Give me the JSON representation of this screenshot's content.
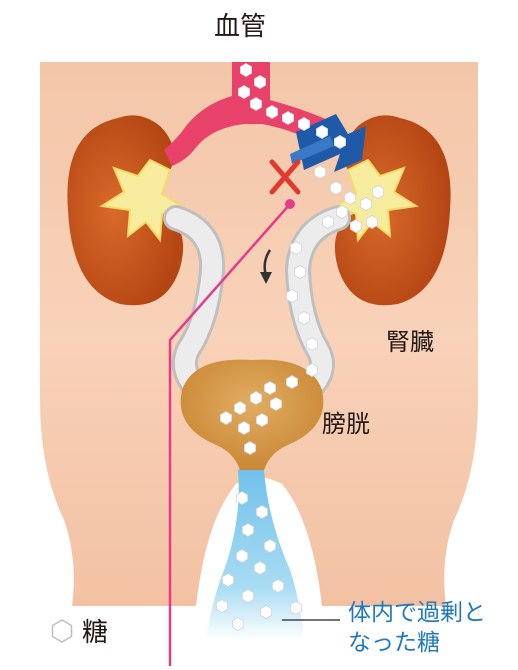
{
  "labels": {
    "blood_vessel": "血管",
    "kidney": "腎臓",
    "bladder": "膀胱",
    "legend_sugar": "糖",
    "excess_sugar_line1": "体内で過剰と",
    "excess_sugar_line2": "なった糖"
  },
  "colors": {
    "skin": "#f6ccb0",
    "skin_edge": "#e8a989",
    "kidney": "#c9581e",
    "kidney_core": "#f7ec9e",
    "vessel": "#e8426a",
    "ureter": "#e2e2e2",
    "bladder": "#d79b4c",
    "urine": "#8fd1ef",
    "pointer_line": "#e33d8a",
    "arrow_blue": "#1f5aa8",
    "block_mark": "#e03a2f",
    "excess_text": "#1e78c2"
  },
  "icons": {
    "sugar_hexagon": "hexagon-icon",
    "block_mark": "x-mark-icon",
    "flow_arrow": "curved-arrow-icon"
  }
}
